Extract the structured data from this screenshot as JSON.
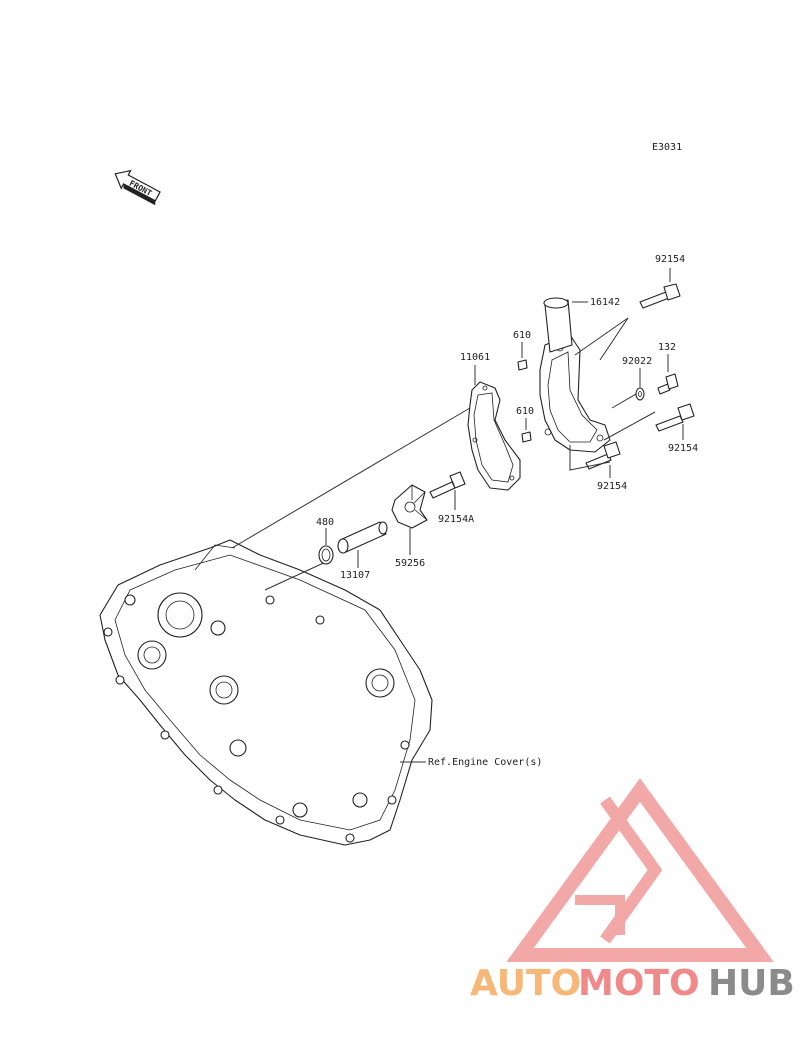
{
  "diagram_code": "E3031",
  "front_label": "FRONT",
  "ref_label": "Ref.Engine Cover(s)",
  "parts": {
    "p92154_top": "92154",
    "p16142": "16142",
    "p610_upper": "610",
    "p11061": "11061",
    "p132": "132",
    "p92022": "92022",
    "p610_lower": "610",
    "p92154_right": "92154",
    "p92154_bottom": "92154",
    "p480": "480",
    "p92154A": "92154A",
    "p13107": "13107",
    "p59256": "59256"
  },
  "watermark": {
    "part1": "AUTO",
    "part2": "MOTO",
    "part3": "HUB",
    "colors": {
      "auto": "#f6b779",
      "moto": "#f08a8a",
      "hub": "#8b8b8b",
      "triangle": "#f19a9a"
    }
  }
}
